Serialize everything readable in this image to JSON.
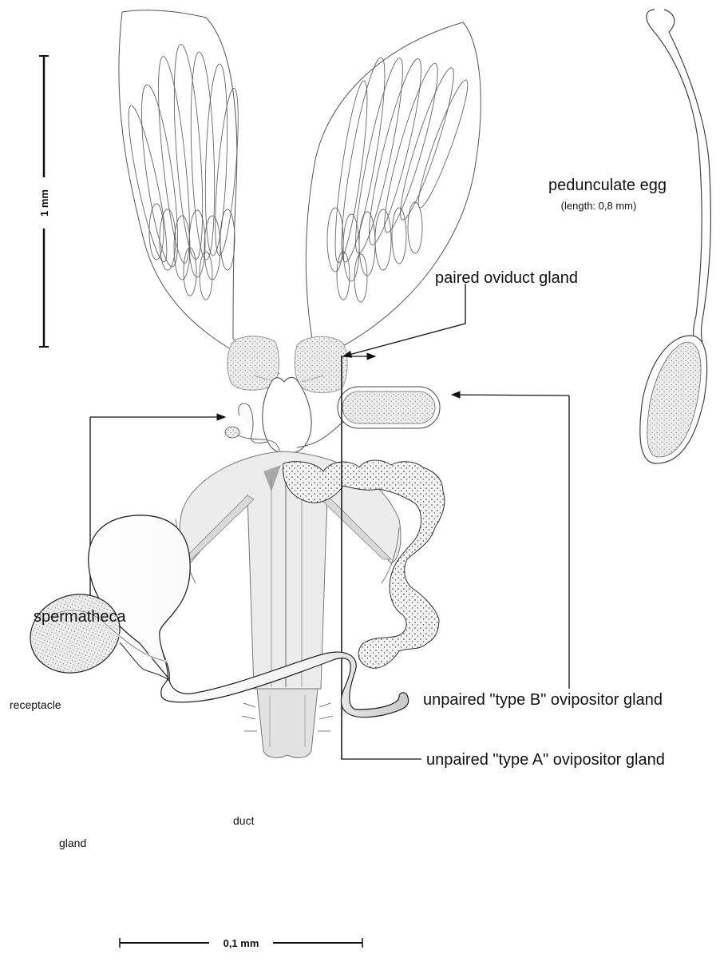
{
  "labels": {
    "pedunculate_egg": "pedunculate egg",
    "egg_length": "(length: 0,8 mm)",
    "paired_oviduct_gland": "paired oviduct gland",
    "spermatheca": "spermatheca",
    "type_b_gland": "unpaired \"type B\" ovipositor gland",
    "type_a_gland": "unpaired \"type A\" ovipositor gland",
    "receptacle": "receptacle",
    "gland": "gland",
    "duct": "duct"
  },
  "scale_bars": {
    "large": "1 mm",
    "small": "0,1 mm"
  },
  "colors": {
    "ink": "#111111",
    "outline": "#555555",
    "gland_fill": "#e4e4e4",
    "ovipositor_fill": "#ececec"
  }
}
